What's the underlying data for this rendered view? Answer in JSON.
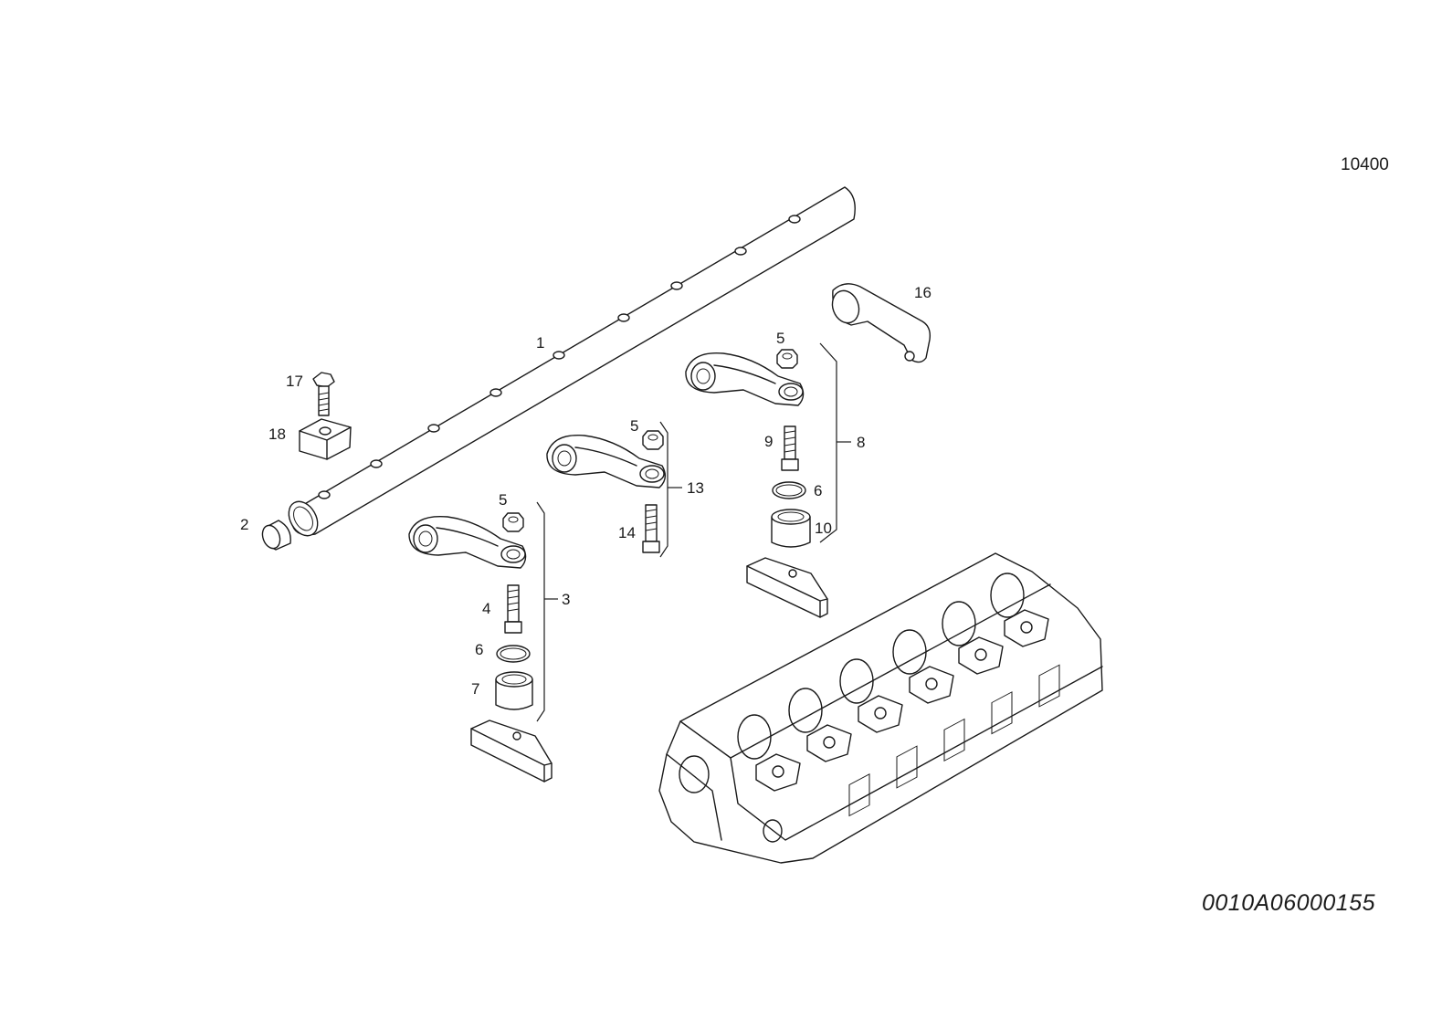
{
  "page_code": "10400",
  "drawing_code": "0010A06000155",
  "callouts": {
    "c1": "1",
    "c2": "2",
    "c3": "3",
    "c4": "4",
    "c5a": "5",
    "c5b": "5",
    "c5c": "5",
    "c6a": "6",
    "c6b": "6",
    "c7": "7",
    "c8": "8",
    "c9": "9",
    "c10": "10",
    "c13": "13",
    "c14": "14",
    "c16": "16",
    "c17": "17",
    "c18": "18"
  }
}
